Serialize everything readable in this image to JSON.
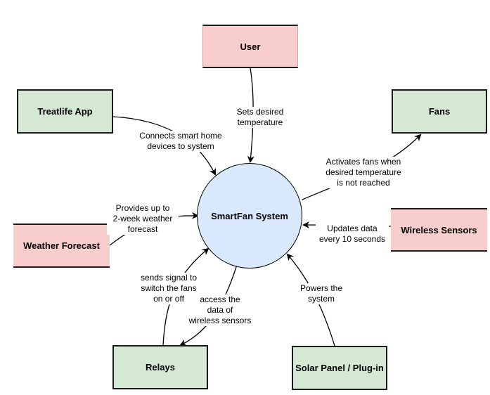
{
  "diagram": {
    "center": {
      "label": "SmartFan System"
    },
    "entities": {
      "user": "User",
      "treatlife": "Treatlife App",
      "fans": "Fans",
      "weather": "Weather Forecast",
      "wireless": "Wireless Sensors",
      "relays": "Relays",
      "solar": "Solar Panel / Plug-in"
    },
    "flows": {
      "user_temp": "Sets desired\ntemperature",
      "treatlife_connect": "Connects smart home\ndevices to system",
      "fans_activate": "Activates fans when\ndesired temperature\nis not reached",
      "weather_forecast": "Provides up to\n2-week weather\nforecast",
      "wireless_update": "Updates data\nevery 10 seconds",
      "relays_signal": "sends signal to\nswitch the fans\non or off",
      "sensors_access": "access the\ndata of\nwireless sensors",
      "solar_power": "Powers the\nsystem"
    }
  },
  "colors": {
    "process_fill": "#dae8fc",
    "external_green": "#d5e8d4",
    "external_pink": "#f8cecc",
    "stroke": "#000000"
  }
}
